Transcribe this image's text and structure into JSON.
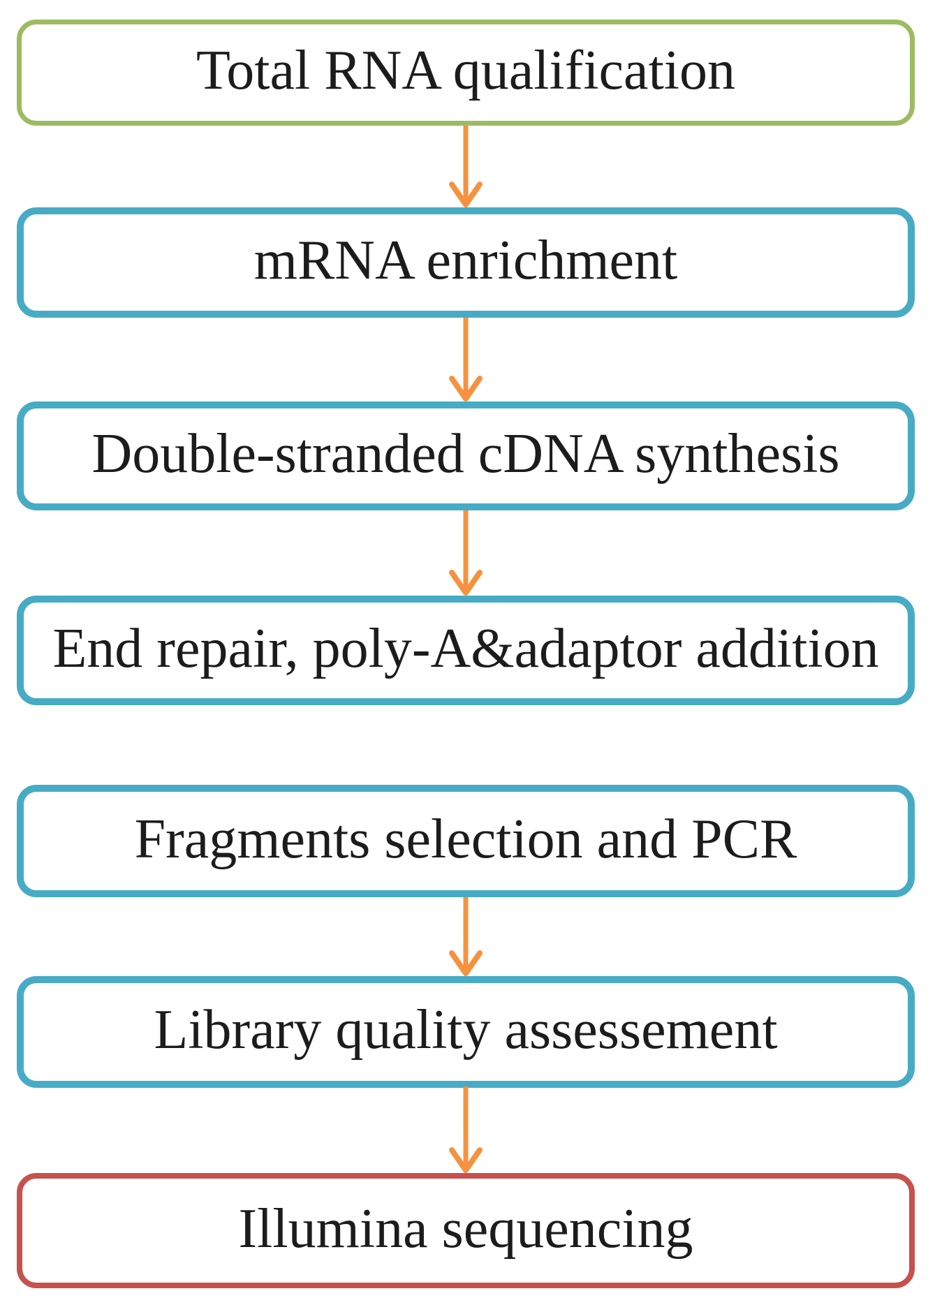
{
  "colors": {
    "background": "#ffffff",
    "box_fill": "#ffffff",
    "text": "#1c1c1c",
    "step_start_border": "#9dbb61",
    "step_middle_border": "#47abc5",
    "step_final_border": "#c6514d",
    "arrow_color": "#f6923f"
  },
  "flowchart": {
    "type": "vertical-flowchart",
    "steps": [
      {
        "label": "Total RNA qualification",
        "border": "green"
      },
      {
        "label": "mRNA enrichment",
        "border": "teal"
      },
      {
        "label": "Double-stranded cDNA synthesis",
        "border": "teal"
      },
      {
        "label": "End repair, poly-A&adaptor addition",
        "border": "teal"
      },
      {
        "label": "Fragments selection and PCR",
        "border": "teal"
      },
      {
        "label": "Library quality assessement",
        "border": "teal"
      },
      {
        "label": "Illumina sequencing",
        "border": "red"
      }
    ],
    "connections": [
      {
        "from": "Total RNA qualification",
        "to": "mRNA enrichment",
        "arrow": "down"
      },
      {
        "from": "mRNA enrichment",
        "to": "Double-stranded cDNA synthesis",
        "arrow": "down"
      },
      {
        "from": "Double-stranded cDNA synthesis",
        "to": "End repair, poly-A&adaptor addition",
        "arrow": "down"
      },
      {
        "from": "End repair, poly-A&adaptor addition",
        "to": "Fragments selection and PCR",
        "arrow": "none"
      },
      {
        "from": "Fragments selection and PCR",
        "to": "Library quality assessement",
        "arrow": "down"
      },
      {
        "from": "Library quality assessement",
        "to": "Illumina sequencing",
        "arrow": "down"
      }
    ]
  }
}
